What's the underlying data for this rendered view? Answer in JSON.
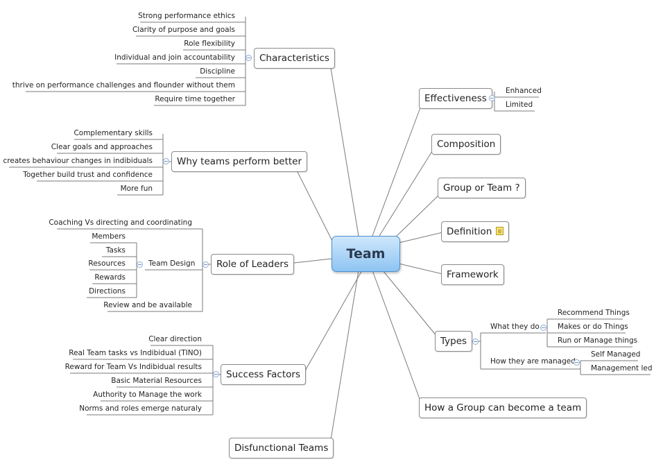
{
  "center": "Team",
  "characteristics": {
    "label": "Characteristics",
    "items": [
      "Strong performance ethics",
      "Clarity of purpose and goals",
      "Role flexibility",
      "Individual and join accountability",
      "Discipline",
      "thrive on performance challenges and flounder without them",
      "Require time together"
    ]
  },
  "why_teams": {
    "label": "Why teams perform better",
    "items": [
      "Complementary skills",
      "Clear goals and approaches",
      "creates behaviour changes in indibiduals",
      "Together build trust and confidence",
      "More fun"
    ]
  },
  "role_of_leaders": {
    "label": "Role of Leaders",
    "coaching": "Coaching Vs directing and coordinating",
    "team_design": "Team Design",
    "team_design_items": [
      "Members",
      "Tasks",
      "Resources",
      "Rewards",
      "Directions"
    ],
    "review": "Review and be available"
  },
  "success_factors": {
    "label": "Success Factors",
    "items": [
      "Clear direction",
      "Real Team tasks vs Indibidual (TINO)",
      "Reward for Team Vs Indibidual results",
      "Basic Material Resources",
      "Authority to Manage the work",
      "Norms and roles emerge naturaly"
    ]
  },
  "disfunctional": "Disfunctional Teams",
  "effectiveness": {
    "label": "Effectiveness",
    "items": [
      "Enhanced",
      "Limited"
    ]
  },
  "composition": "Composition",
  "group_or_team": "Group or Team ?",
  "definition": "Definition",
  "framework": "Framework",
  "types": {
    "label": "Types",
    "what_they_do": "What they do",
    "what_items": [
      "Recommend Things",
      "Makes or do Things",
      "Run or Manage things"
    ],
    "how_managed": "How they are managed",
    "how_items": [
      "Self Managed",
      "Management led"
    ]
  },
  "group_become_team": "How a Group can become a team",
  "colors": {
    "center_top": "#cfe7fb",
    "center_bottom": "#8ec4f2",
    "line": "#7a7a7a"
  }
}
